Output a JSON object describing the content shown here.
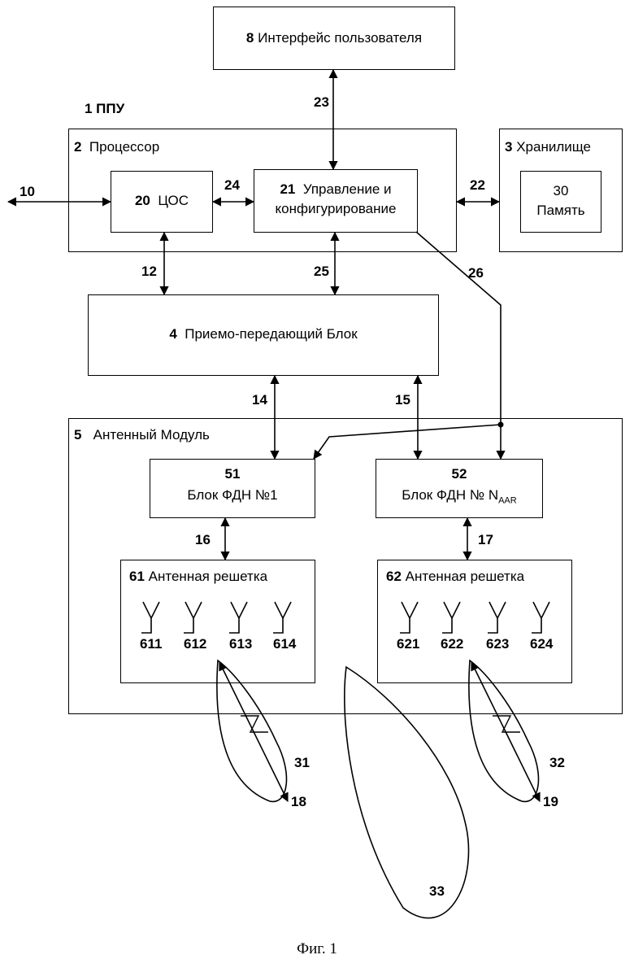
{
  "user_interface": {
    "num": "8",
    "text": "Интерфейс пользователя"
  },
  "device": {
    "label": "1 ППУ"
  },
  "processor": {
    "num": "2",
    "text": "Процессор"
  },
  "storage": {
    "num": "3",
    "text": "Хранилище"
  },
  "dsp": {
    "num": "20",
    "text": "ЦОС"
  },
  "control": {
    "num": "21",
    "line1": "Управление и",
    "line2": "конфигурирование"
  },
  "memory": {
    "num": "30",
    "text": "Память"
  },
  "transceiver": {
    "num": "4",
    "text": "Приемо-передающий Блок"
  },
  "antenna_module": {
    "num": "5",
    "text": "Антенный Модуль"
  },
  "bfn1": {
    "num": "51",
    "text": "Блок ФДН №1"
  },
  "bfn2": {
    "num": "52",
    "text": "Блок ФДН №",
    "sym": "N",
    "sub": "AAR"
  },
  "array1": {
    "num": "61",
    "text": "Антенная решетка",
    "elements": [
      "611",
      "612",
      "613",
      "614"
    ]
  },
  "array2": {
    "num": "62",
    "text": "Антенная решетка",
    "elements": [
      "621",
      "622",
      "623",
      "624"
    ]
  },
  "links": {
    "l10": "10",
    "l12": "12",
    "l14": "14",
    "l15": "15",
    "l16": "16",
    "l17": "17",
    "l18": "18",
    "l19": "19",
    "l22": "22",
    "l23": "23",
    "l24": "24",
    "l25": "25",
    "l26": "26"
  },
  "beams": {
    "b31": "31",
    "b32": "32",
    "b33": "33"
  },
  "caption": "Фиг. 1"
}
